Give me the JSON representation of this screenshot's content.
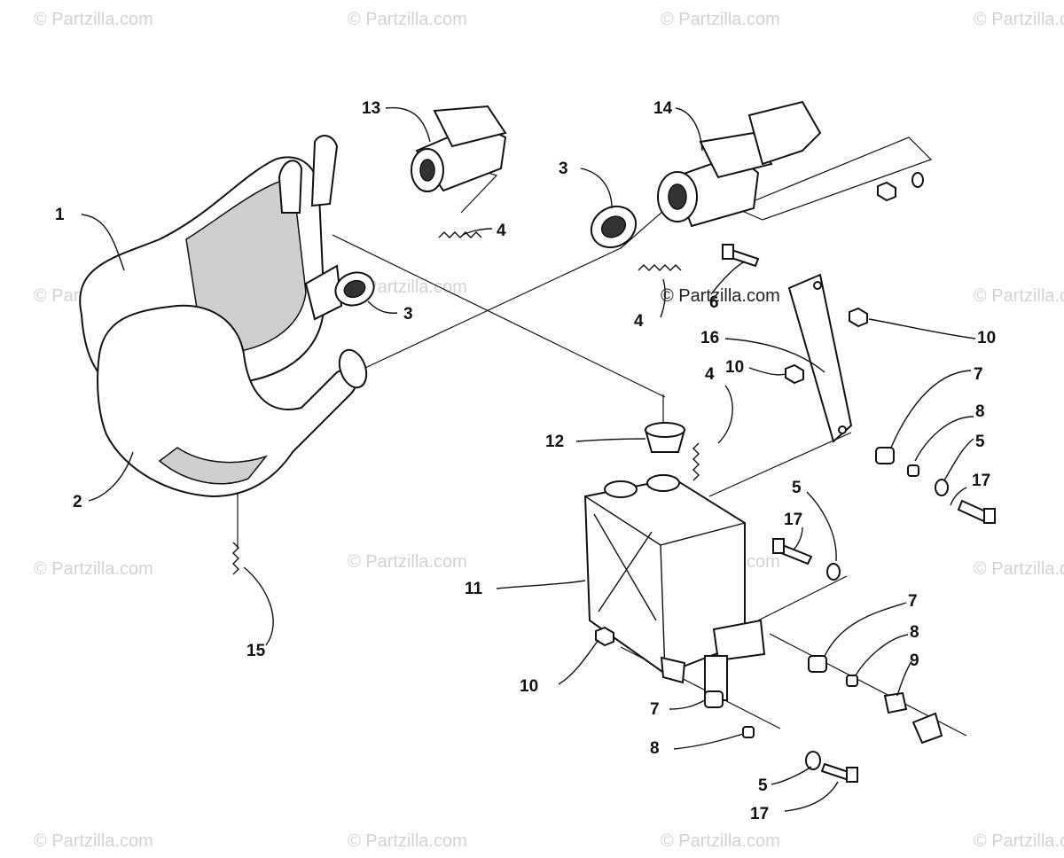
{
  "watermark": "© Partzilla.com",
  "watermark_center": "© Partzilla.com",
  "callouts": {
    "c1": "1",
    "c2": "2",
    "c3a": "3",
    "c3b": "3",
    "c4a": "4",
    "c4b": "4",
    "c4c": "4",
    "c5a": "5",
    "c5b": "5",
    "c5c": "5",
    "c6": "6",
    "c7a": "7",
    "c7b": "7",
    "c7c": "7",
    "c8a": "8",
    "c8b": "8",
    "c8c": "8",
    "c9": "9",
    "c10a": "10",
    "c10b": "10",
    "c10c": "10",
    "c11": "11",
    "c12": "12",
    "c13": "13",
    "c14": "14",
    "c15": "15",
    "c16": "16",
    "c17a": "17",
    "c17b": "17",
    "c17c": "17"
  },
  "icons": {
    "muffler": "muffler-icon",
    "expansion_chamber": "expansion-chamber-icon",
    "spring": "spring-icon",
    "bolt": "bolt-icon",
    "nut": "nut-icon",
    "washer": "washer-icon"
  }
}
